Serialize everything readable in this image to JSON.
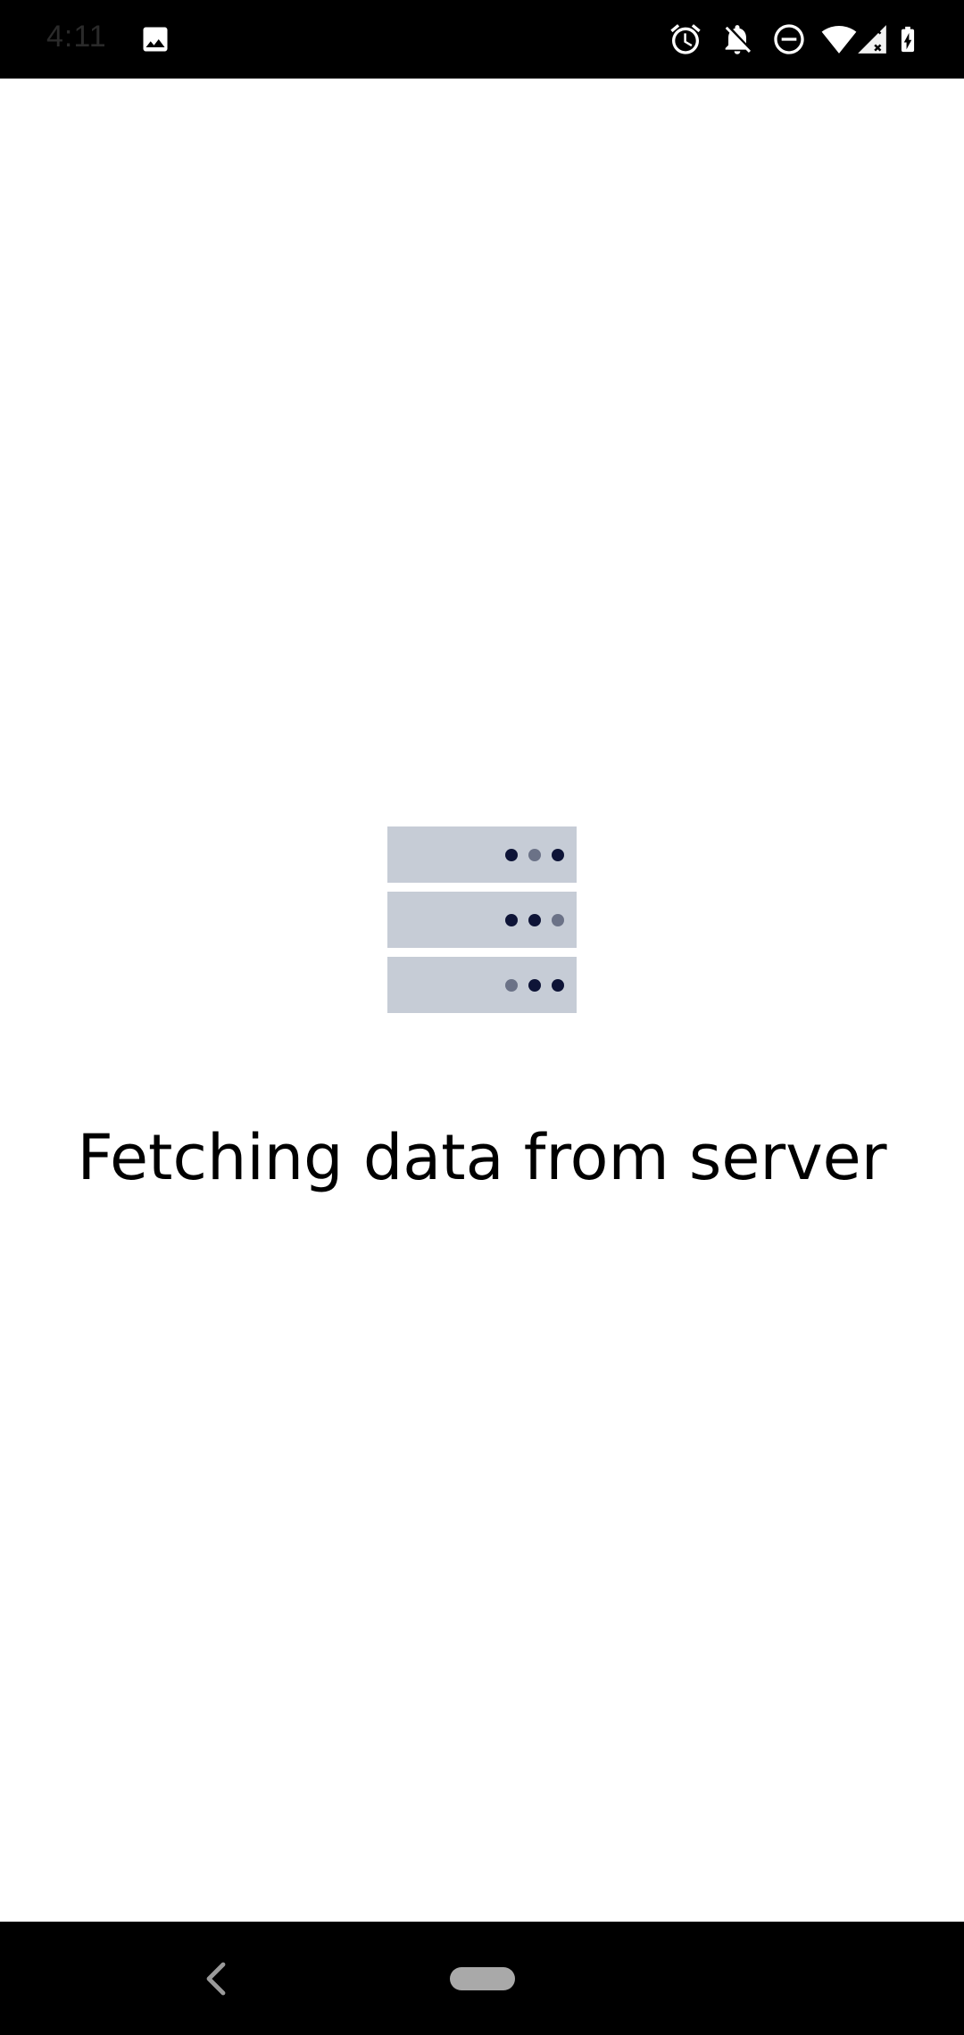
{
  "status_bar": {
    "time": "4:11",
    "icons": [
      "image-icon",
      "alarm-icon",
      "notifications-off-icon",
      "do-not-disturb-icon",
      "wifi-icon",
      "signal-icon",
      "battery-charging-icon"
    ]
  },
  "main": {
    "illustration": "server-rack-icon",
    "message": "Fetching data from server"
  },
  "nav_bar": {
    "icons": [
      "back-icon",
      "home-pill"
    ]
  },
  "colors": {
    "status_bar_bg": "#000000",
    "background": "#ffffff",
    "rack": "#c6ccd6",
    "led_dark": "#0e1437",
    "led_dim": "#6b7287",
    "text": "#000000",
    "nav_bar_bg": "#000000",
    "home_pill": "#a9a9a9"
  }
}
